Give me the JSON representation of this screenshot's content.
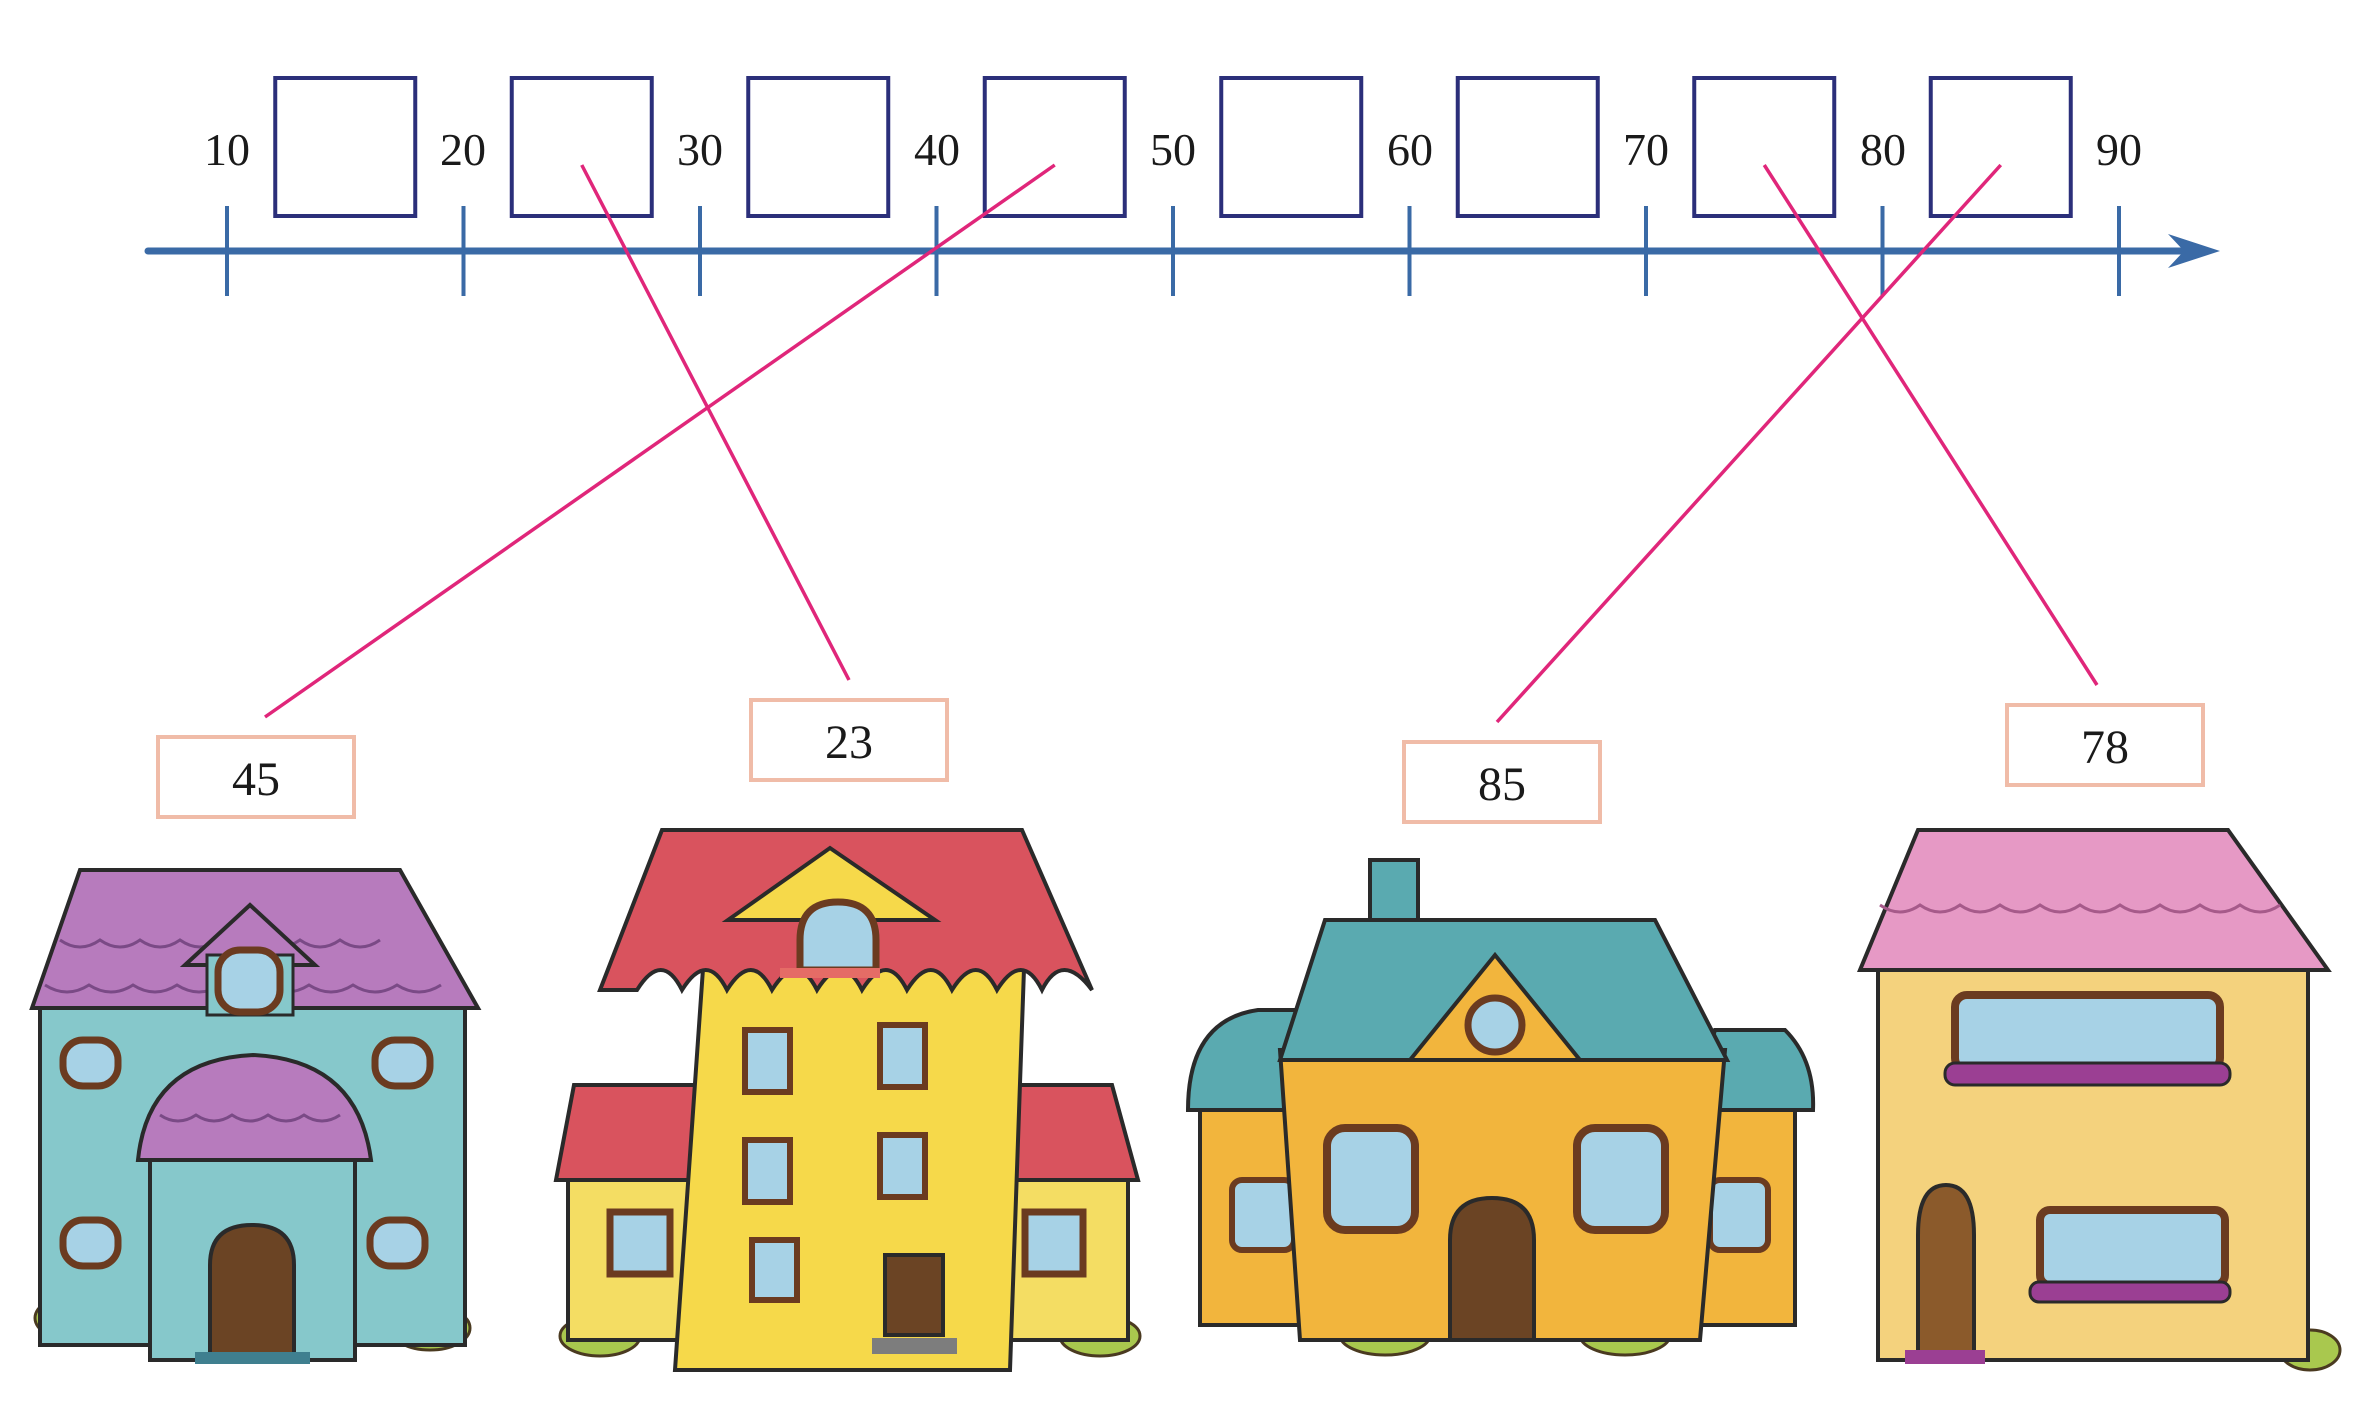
{
  "number_line": {
    "ticks": [
      "10",
      "20",
      "30",
      "40",
      "50",
      "60",
      "70",
      "80",
      "90"
    ],
    "axis_color": "#3a6aa6",
    "answer_box_count": 8,
    "answer_box_color": "#2b2f7a"
  },
  "houses": [
    {
      "label": "45",
      "house_color": "#86c8cb",
      "roof_color": "#b77bbd",
      "matched_box_index": 3
    },
    {
      "label": "23",
      "house_color": "#f6d94a",
      "roof_color": "#d9535e",
      "matched_box_index": 1
    },
    {
      "label": "85",
      "house_color": "#f2b53d",
      "roof_color": "#5aaab0",
      "matched_box_index": 7
    },
    {
      "label": "78",
      "house_color": "#f4d27d",
      "roof_color": "#e699c5",
      "matched_box_index": 6
    }
  ],
  "connector_color": "#e0267a",
  "label_box_color": "#f0bca8"
}
